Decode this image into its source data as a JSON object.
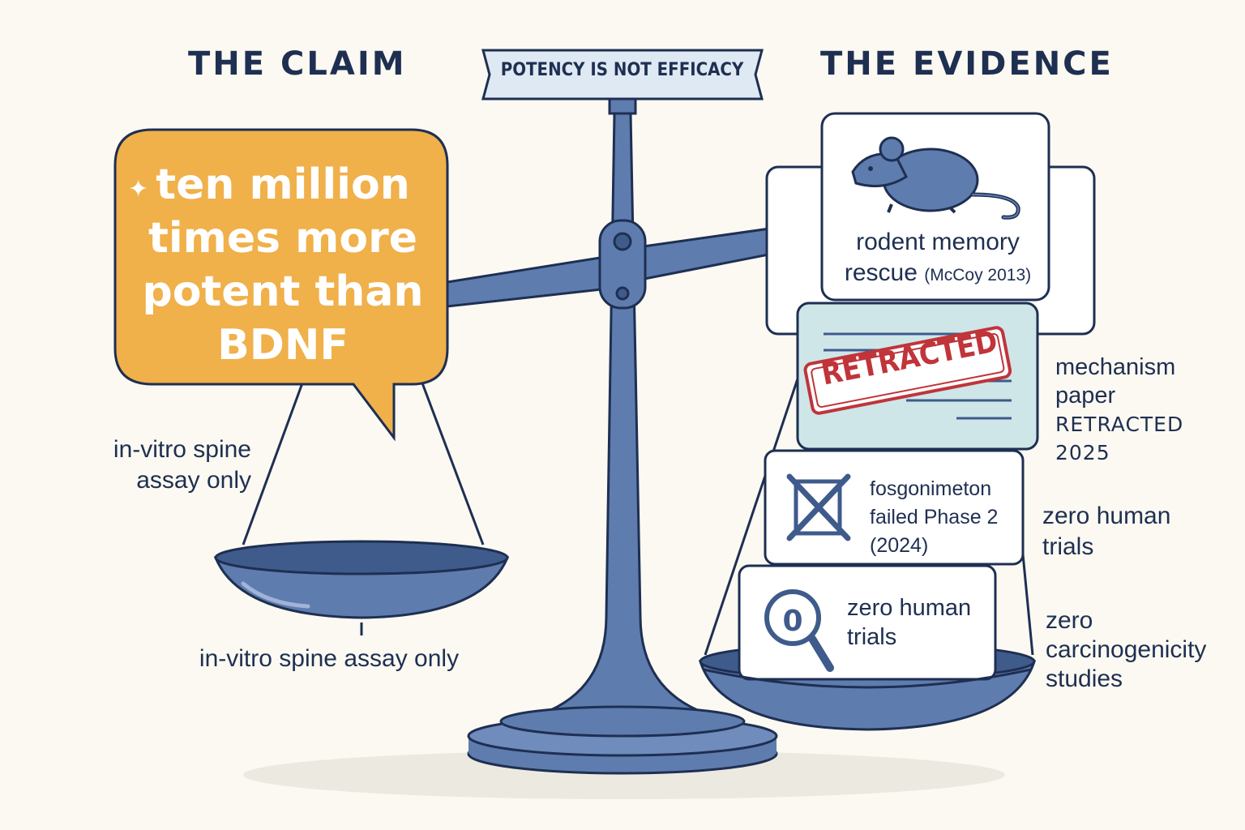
{
  "headings": {
    "claim": "THE CLAIM",
    "evidence": "THE EVIDENCE"
  },
  "banner": "POTENCY IS NOT EFFICACY",
  "claim": {
    "bubble_text": "ten million times more potent than BDNF",
    "note_upper": "in-vitro spine assay only",
    "note_lower": "in-vitro spine assay only"
  },
  "evidence": {
    "rodent_label": "rodent memory rescue",
    "rodent_citation": "(McCoy 2013)",
    "stamp": "RETRACTED",
    "fosgo_label": "fosgonimeton failed Phase 2 (2024)",
    "zero_label": "zero human trials",
    "zero_icon_digit": "0",
    "note_mechanism": "mechanism paper",
    "note_mechanism_caps": "RETRACTED 2025",
    "note_trials": "zero human trials",
    "note_carcinogenicity": "zero carcinogenicity studies"
  },
  "icons": {
    "star": "sparkle-icon",
    "mouse": "mouse-icon",
    "cross": "crossed-box-icon",
    "magnifier": "magnifier-zero-icon"
  },
  "colors": {
    "ink": "#1e2f52",
    "steel": "#5f7caf",
    "steel_dark": "#3f5b8c",
    "bubble": "#f0b04a",
    "stamp_red": "#c0343a",
    "paper_blue": "#cfe6e8",
    "background": "#fbf9f1"
  }
}
